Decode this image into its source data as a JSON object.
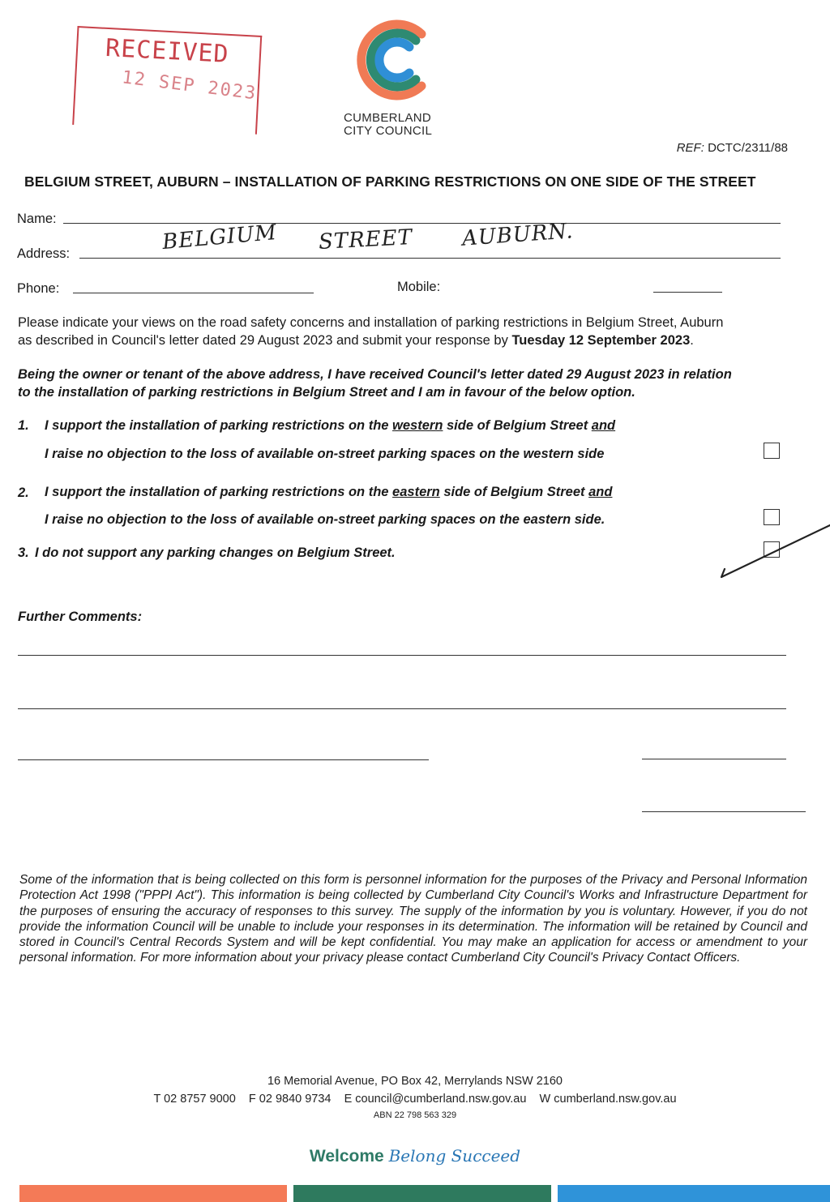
{
  "stamp": {
    "word": "RECEIVED",
    "date": "12 SEP 2023"
  },
  "logo": {
    "line1": "CUMBERLAND",
    "line2": "CITY COUNCIL"
  },
  "ref": {
    "label": "REF:",
    "value": "DCTC/2311/88"
  },
  "title": "BELGIUM STREET, AUBURN – INSTALLATION OF PARKING RESTRICTIONS ON ONE SIDE OF THE STREET",
  "fields": {
    "name_label": "Name:",
    "address_label": "Address:",
    "address_value_1": "BELGIUM",
    "address_value_2": "STREET",
    "address_value_3": "AUBURN.",
    "phone_label": "Phone:",
    "mobile_label": "Mobile:"
  },
  "intro": {
    "line1": "Please indicate your views on the road safety concerns and installation of parking restrictions in Belgium Street, Auburn",
    "line2_pre": "as described in Council's letter dated 29 August 2023 and submit your response by ",
    "line2_bold": "Tuesday 12 September 2023",
    "line2_post": "."
  },
  "declaration": {
    "line1": "Being the owner or tenant of the above address, I have received Council's letter dated 29 August 2023 in relation",
    "line2": "to the installation of parking restrictions in Belgium Street and I am in favour of the below option."
  },
  "options": [
    {
      "num": "1.",
      "pre": "I support the installation of parking restrictions on the ",
      "side": "western",
      "mid": " side of Belgium Street ",
      "and": "and",
      "line2": "I raise no objection to the loss of available on-street parking spaces on the western side",
      "checked": false
    },
    {
      "num": "2.",
      "pre": "I support the installation of parking restrictions on the ",
      "side": "eastern",
      "mid": " side of Belgium Street ",
      "and": "and",
      "line2": "I raise no objection to the loss of available on-street parking spaces on the eastern side.",
      "checked": false
    },
    {
      "num": "3.",
      "text": "I do not support any parking changes on Belgium Street.",
      "checked": true
    }
  ],
  "comments_label": "Further Comments:",
  "privacy": "Some of the information that is being collected on this form is personnel information for the purposes of the Privacy and Personal Information Protection Act 1998 (\"PPPI Act\"). This information is being collected by Cumberland City Council's Works and Infrastructure Department for the purposes of ensuring the accuracy of responses to this survey. The supply of the information by you is voluntary. However, if you do not provide the information Council will be unable to include your responses in its determination. The information will be retained by Council and stored in Council's Central Records System and will be kept confidential. You may make an application for access or amendment to your personal information. For more information about your privacy please contact Cumberland City Council's Privacy Contact Officers.",
  "footer": {
    "address": "16 Memorial Avenue, PO Box 42, Merrylands NSW 2160",
    "contacts": "T 02 8757 9000    F 02 9840 9734    E council@cumberland.nsw.gov.au    W cumberland.nsw.gov.au",
    "abn": "ABN 22 798 563 329",
    "welcome": "Welcome",
    "tagline": "Belong Succeed"
  },
  "colors": {
    "logo_orange": "#f07a55",
    "logo_teal": "#2e8a72",
    "logo_blue": "#2f8fd6",
    "bar_orange": "#f47a57",
    "bar_green": "#2e7a5e",
    "bar_blue": "#2f93d9",
    "stamp_red": "#c8424a"
  }
}
